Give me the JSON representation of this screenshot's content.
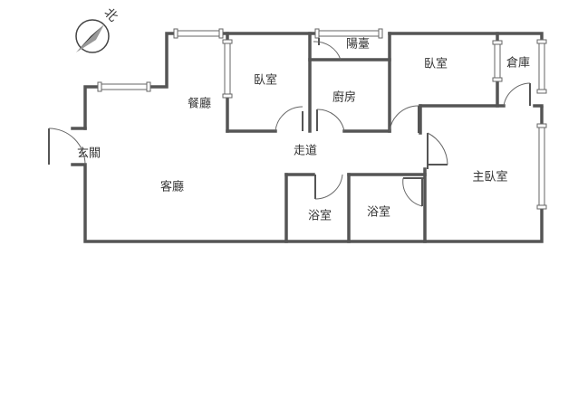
{
  "compass": {
    "label": "北"
  },
  "rooms": {
    "entrance": "玄關",
    "living_room": "客廳",
    "dining_room": "餐廳",
    "bedroom_1": "臥室",
    "bedroom_2": "臥室",
    "balcony": "陽臺",
    "kitchen": "廚房",
    "corridor": "走道",
    "storage": "倉庫",
    "master_bedroom": "主臥室",
    "bathroom_1": "浴室",
    "bathroom_2": "浴室"
  }
}
